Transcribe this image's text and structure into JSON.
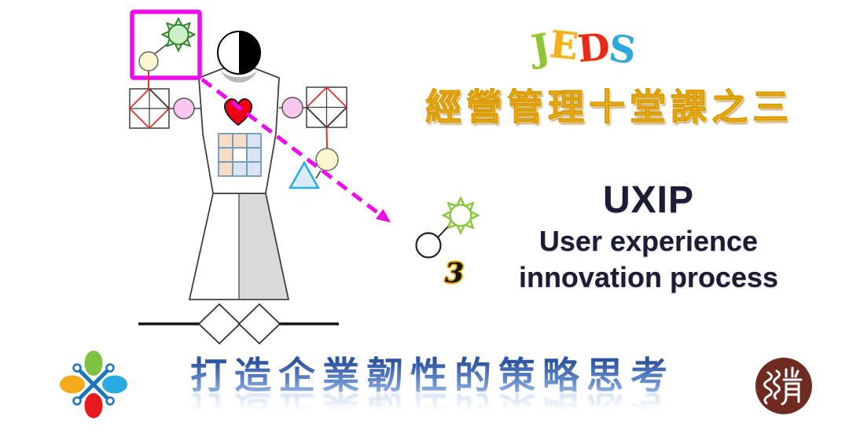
{
  "jeds_logo": {
    "letters": [
      "J",
      "E",
      "D",
      "S"
    ],
    "letter_colors": [
      "#8cc63e",
      "#f2b01c",
      "#e62b1e",
      "#2aa9e0"
    ]
  },
  "course_title": "經營管理十堂課之三",
  "uxip_block": {
    "acronym": "UXIP",
    "line1": "User experience",
    "line2": "innovation process"
  },
  "step_number": "3",
  "bottom_slogan": "打造企業韌性的策略思考",
  "colors": {
    "accent_magenta": "#ed0cea",
    "gold_title": "#f3b320",
    "dark_navy_text": "#1c1c35",
    "slogan_blue": "#4a6cb3",
    "belt_gold": "#ffc000",
    "heart_red": "#ec0016",
    "sun_green_dark": "#2f7d24",
    "sun_green_light": "#8cc63f",
    "seal_maroon": "#6f2b1f",
    "skirt_gray": "#d9d9d9"
  },
  "icons": {
    "sun-gear-icon": "8-point green star burst (innovation)",
    "highlight-box-icon": "magenta rectangle callout",
    "dashed-arrow-icon": "magenta dashed arrow to detail view",
    "half-moon-head-icon": "circle half white half black",
    "heart-icon": "red heart on chest",
    "grid-icon": "3x3 peach/blue grid on torso",
    "diamond-square-icon": "square with inscribed red diamond (arms)",
    "triangle-icon": "light blue triangle node",
    "node-circle-icon": "small yellow/pink/white circle nodes",
    "pinwheel-logo-icon": "four colored petals with blue X cross",
    "seal-stamp-icon": "dark red circular seal with white seal-script glyph"
  }
}
